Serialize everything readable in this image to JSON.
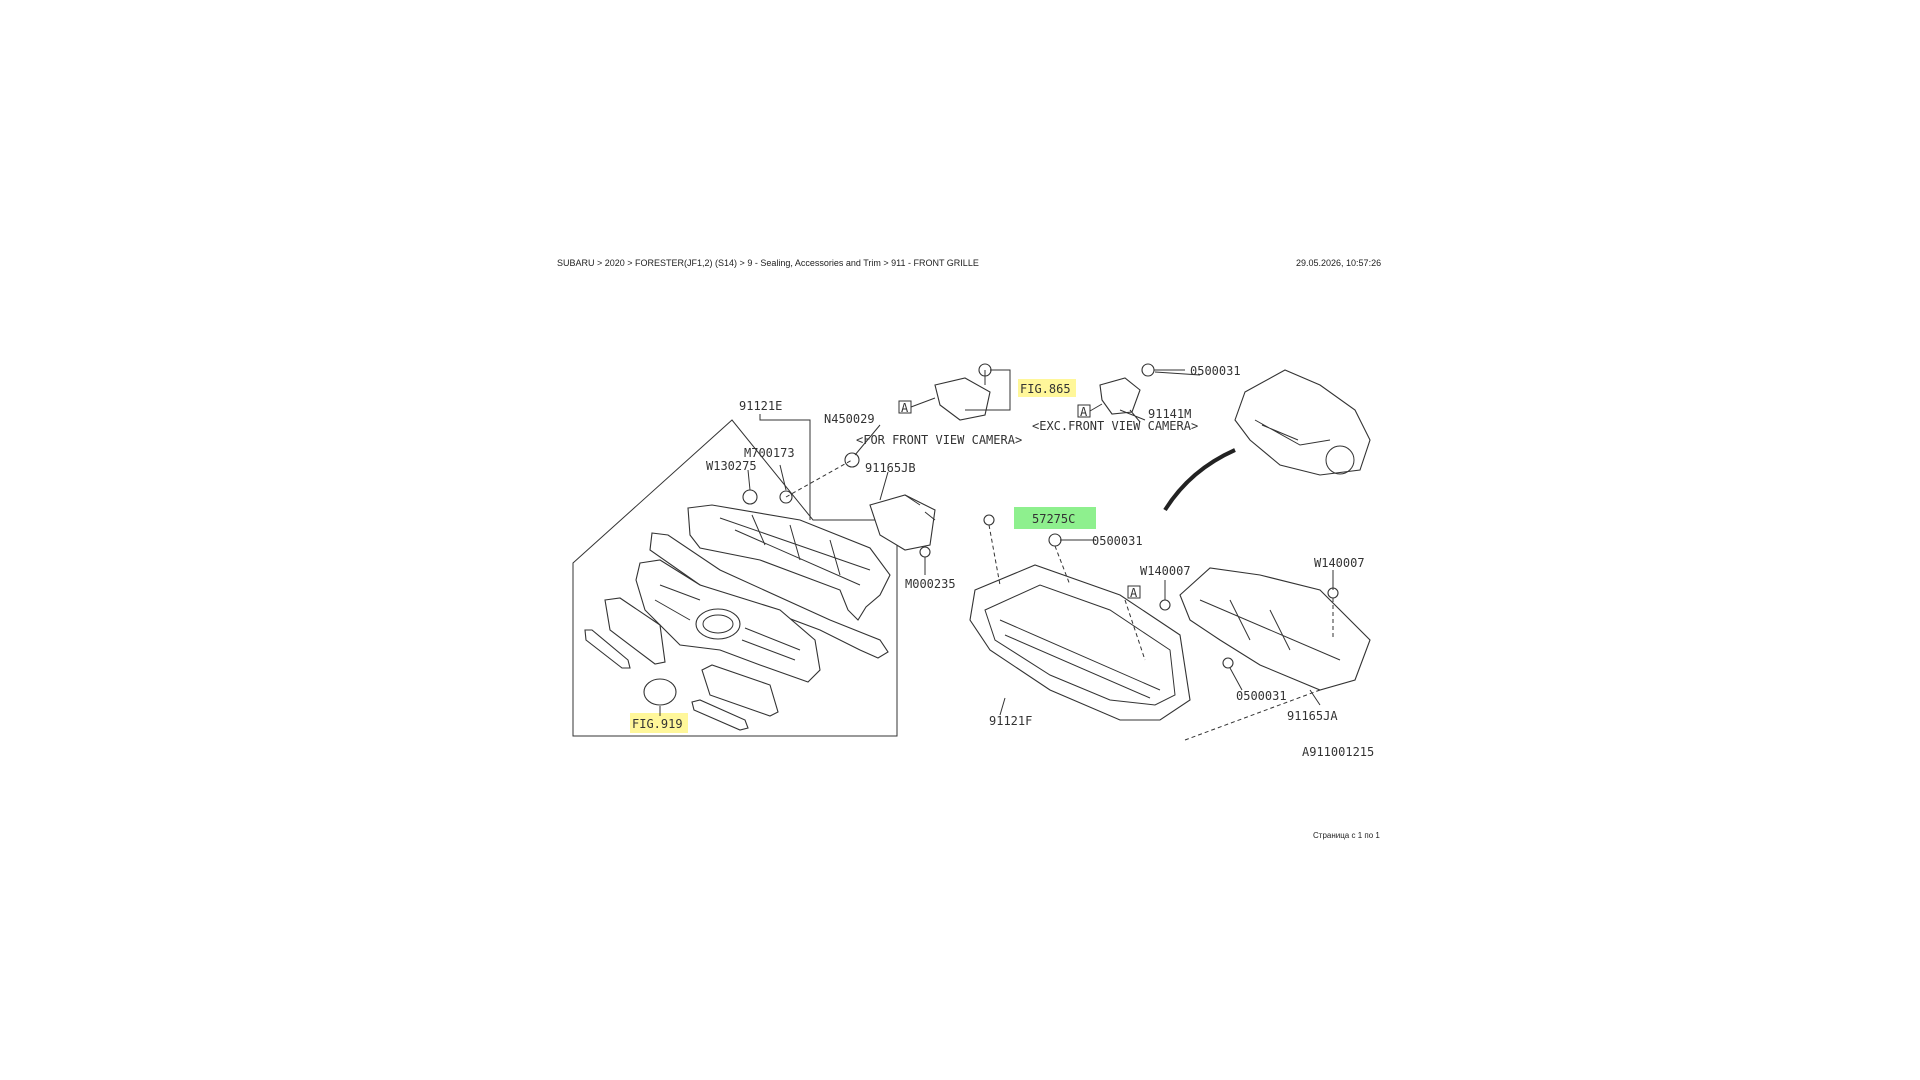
{
  "header": {
    "breadcrumb": "SUBARU > 2020 > FORESTER(JF1,2) (S14) > 9 - Sealing, Accessories and Trim > 911 - FRONT GRILLE",
    "timestamp": "29.05.2026, 10:57:26"
  },
  "footer": {
    "pagination": "Страница с 1 по 1"
  },
  "diagram": {
    "labels": {
      "p91121e": "91121E",
      "n450029": "N450029",
      "m700173": "M700173",
      "w130275": "W130275",
      "p91165jb": "91165JB",
      "m000235": "M000235",
      "fig865": "FIG.865",
      "for_front_view_camera": "<FOR FRONT VIEW CAMERA>",
      "p0500031_top": "0500031",
      "p91141m": "91141M",
      "exc_front_view_camera": "<EXC.FRONT VIEW CAMERA>",
      "p57275c": "57275C",
      "p0500031_mid": "0500031",
      "w140007_left": "W140007",
      "w140007_right": "W140007",
      "p0500031_low": "0500031",
      "p91165ja": "91165JA",
      "p91121f": "91121F",
      "fig919": "FIG.919",
      "ref_code": "A911001215",
      "marker_a1": "A",
      "marker_a2": "A",
      "marker_a3": "A"
    },
    "highlights": {
      "yellow": "#fff79a",
      "green": "#8ef08e"
    }
  }
}
